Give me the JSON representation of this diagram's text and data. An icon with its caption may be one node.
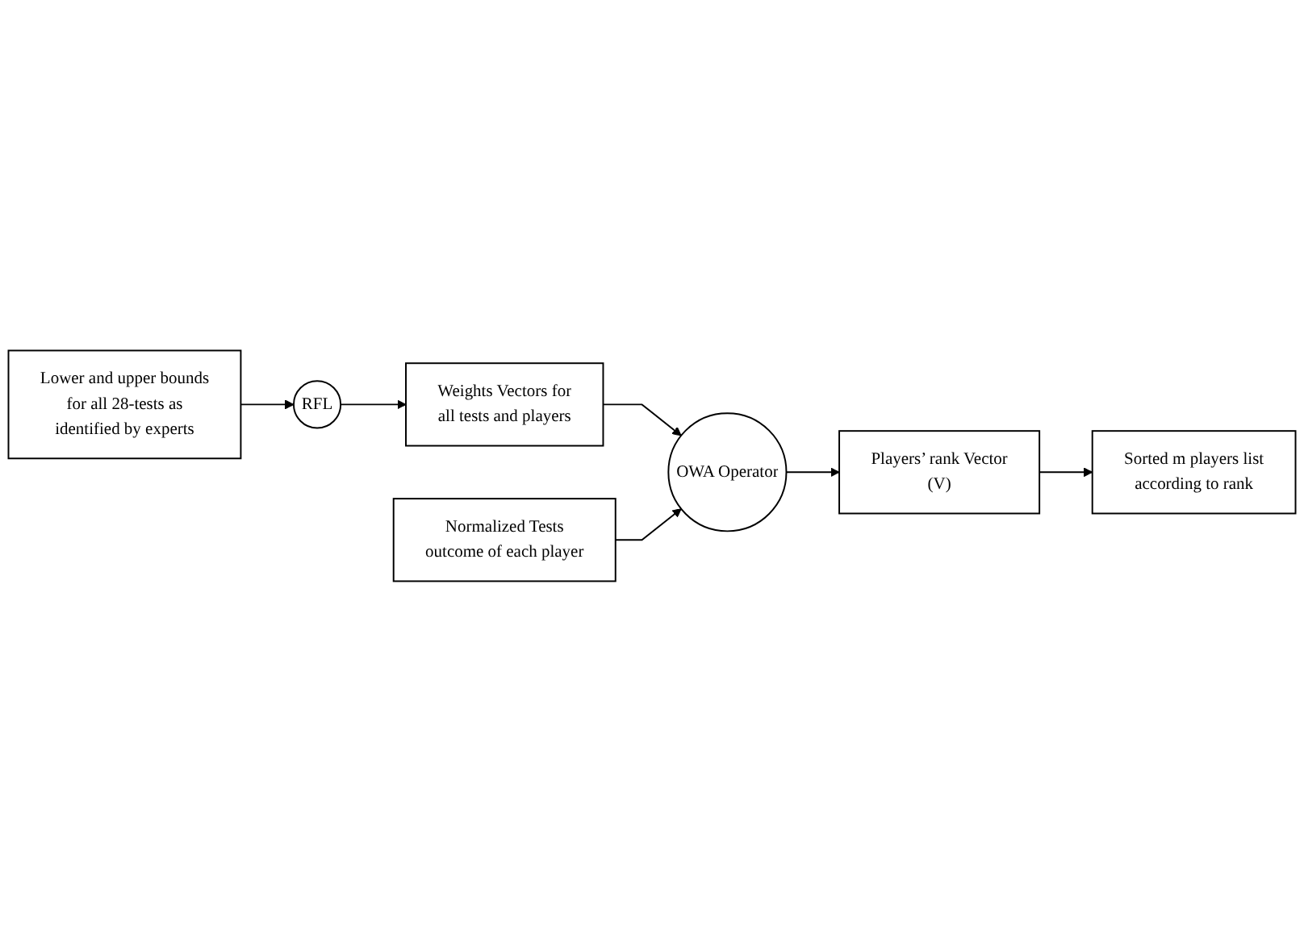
{
  "diagram": {
    "nodes": [
      {
        "text": [
          "RFL"
        ]
      },
      {
        "text": [
          "Lower and upper bounds for all 28-tests as identified by experts"
        ]
      },
      {
        "text": [
          "Weights Vectors for all tests and players"
        ]
      },
      {
        "text": [
          "Players’ rank Vector (V)"
        ]
      },
      {
        "text": [
          "Normalized Tests outcome of each player"
        ]
      },
      {
        "text": [
          "OWA Operator"
        ]
      },
      {
        "text": [
          "Sorted m players list according to rank"
        ]
      }
    ],
    "edges": [
      {
        "from": 1,
        "to": 0,
        "arrow": "to"
      },
      {
        "from": 0,
        "to": 2,
        "arrow": "to"
      },
      {
        "from": 2,
        "to": 5,
        "arrow": "to"
      },
      {
        "from": 4,
        "to": 5,
        "arrow": "to"
      },
      {
        "from": 5,
        "to": 3,
        "arrow": "to"
      },
      {
        "from": 3,
        "to": 6,
        "arrow": "to"
      }
    ]
  }
}
